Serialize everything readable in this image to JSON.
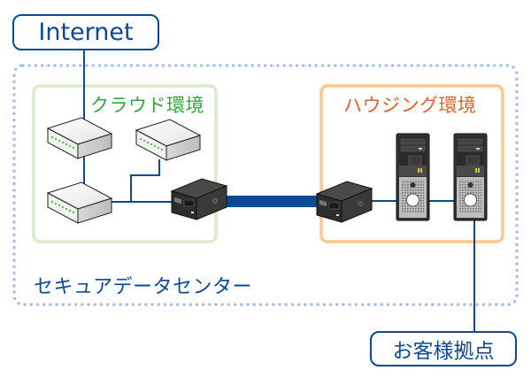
{
  "nodes": {
    "internet": "Internet",
    "customer_site": "お客様拠点"
  },
  "zones": {
    "datacenter": "セキュアデータセンター",
    "cloud": "クラウド環境",
    "housing": "ハウジング環境"
  },
  "colors": {
    "primary_blue": "#0d4a93",
    "cloud_green": "#33a83a",
    "cloud_border": "#d8ecc8",
    "housing_orange": "#e3612a",
    "housing_border": "#fbc88f",
    "datacenter_dots": "#a9bfe4"
  },
  "devices": {
    "cloud_switches": [
      "switch",
      "switch",
      "switch"
    ],
    "cloud_gateway": "network-appliance",
    "housing_gateway": "network-appliance",
    "housing_servers": [
      "tower-server",
      "tower-server"
    ]
  }
}
